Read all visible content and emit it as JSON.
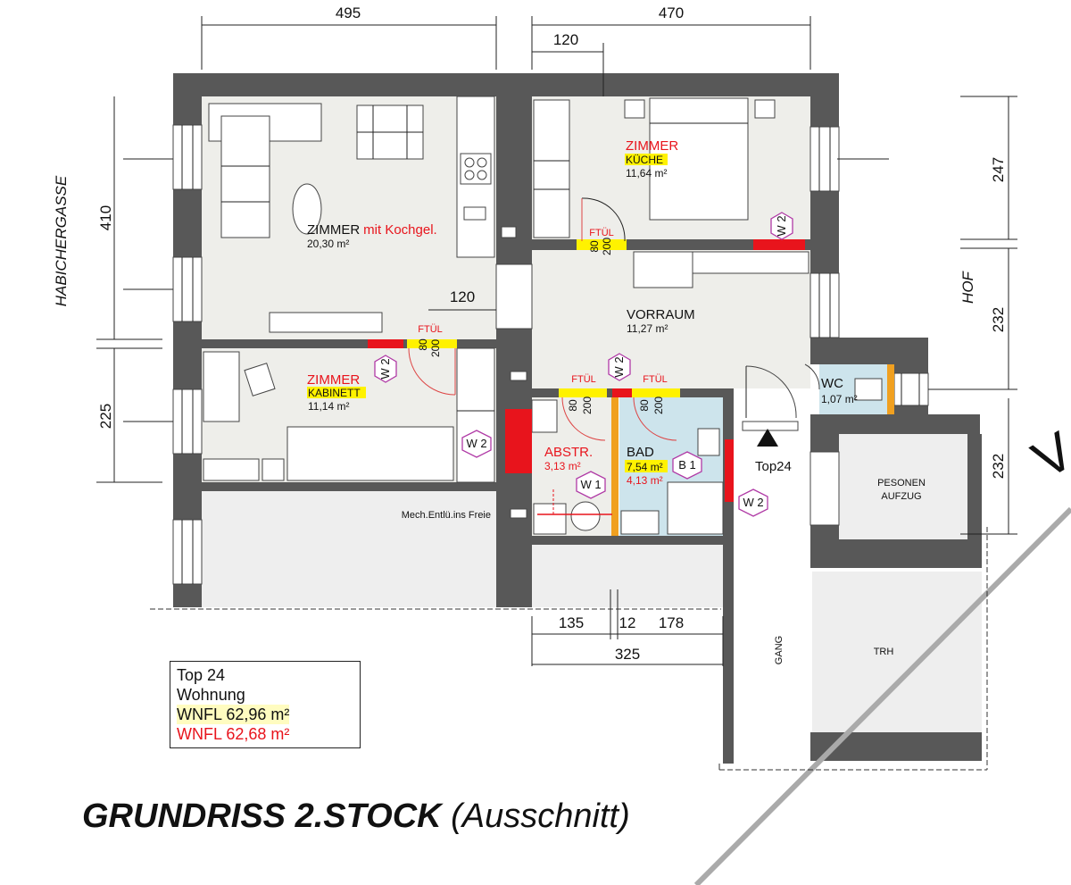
{
  "title": {
    "main": "GRUNDRISS 2.STOCK",
    "sub": "(Ausschnitt)"
  },
  "dimensions": {
    "top_left": "495",
    "top_right": "470",
    "top_inner": "120",
    "mid_120": "120",
    "left_410": "410",
    "left_225": "225",
    "right_247": "247",
    "right_232a": "232",
    "right_232b": "232",
    "bottom_135": "135",
    "bottom_12": "12",
    "bottom_178": "178",
    "bottom_325": "325"
  },
  "streets": {
    "left": "HABICHERGASSE",
    "right": "HOF"
  },
  "rooms": {
    "wohnen": {
      "name": "ZIMMER",
      "suffix": "mit Kochgel.",
      "area": "20,30 m²"
    },
    "kabinett": {
      "name": "ZIMMER",
      "sub": "KABINETT",
      "area": "11,14 m²"
    },
    "kueche": {
      "name": "ZIMMER",
      "sub": "KÜCHE",
      "area": "11,64 m²"
    },
    "vorraum": {
      "name": "VORRAUM",
      "area": "11,27 m²"
    },
    "abstr": {
      "name": "ABSTR.",
      "area": "3,13 m²"
    },
    "bad": {
      "name": "BAD",
      "area_a": "7,54 m²",
      "area_b": "4,13 m²"
    },
    "wc": {
      "name": "WC",
      "area": "1,07 m²"
    },
    "aufzug": {
      "line1": "PESONEN",
      "line2": "AUFZUG"
    },
    "trh": {
      "name": "TRH"
    },
    "gang": {
      "name": "GANG"
    }
  },
  "doors": {
    "ftuel": "FTÜL",
    "w80": "80",
    "h200": "200"
  },
  "tags": {
    "w1": "W 1",
    "w2": "W 2",
    "b1": "B 1"
  },
  "labels": {
    "mech": "Mech.Entlü.ins Freie",
    "entry": "Top24",
    "corner": "V"
  },
  "legend": {
    "line1": "Top 24",
    "line2": "Wohnung",
    "line3": "WNFL 62,96 m²",
    "line4": "WNFL 62,68 m²"
  },
  "colors": {
    "wall": "#585858",
    "room_fill": "#eeeeea",
    "bath_fill": "#cde4ec",
    "highlight": "#fff200",
    "red": "#e8141c",
    "tag": "#b03aa6",
    "door_bar": "#f0a020"
  }
}
